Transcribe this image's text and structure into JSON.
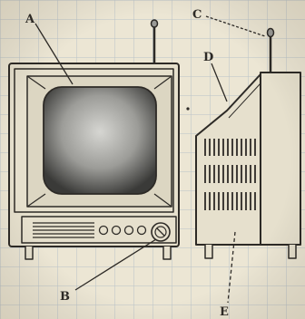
{
  "labels": {
    "a": "A",
    "b": "B",
    "c": "C",
    "d": "D",
    "e": "E"
  },
  "colors": {
    "paper": "#ece6d4",
    "grid": "#b9c2c8",
    "ink": "#2d2a26",
    "screen_light": "#d3d3cf",
    "screen_dark": "#3a3a38"
  }
}
